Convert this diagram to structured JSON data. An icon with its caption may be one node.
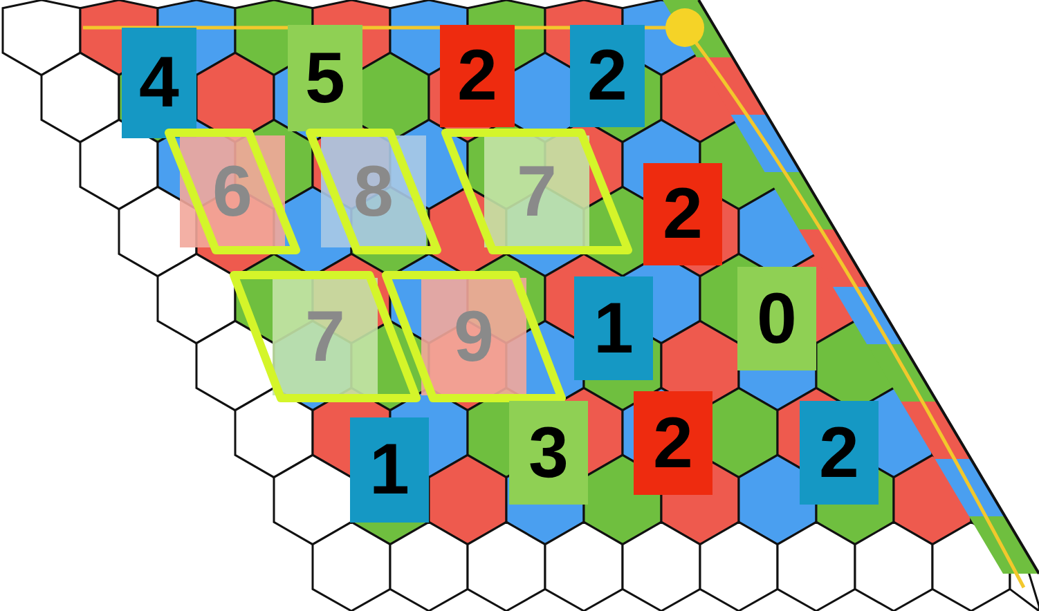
{
  "diagram": {
    "nodes": [
      {
        "text": [
          "4"
        ]
      },
      {
        "text": [
          "5"
        ]
      },
      {
        "text": [
          "2"
        ]
      },
      {
        "text": [
          "2"
        ]
      },
      {
        "text": [
          "6"
        ]
      },
      {
        "text": [
          "8"
        ]
      },
      {
        "text": [
          "7"
        ]
      },
      {
        "text": [
          "2"
        ]
      },
      {
        "text": [
          "7"
        ]
      },
      {
        "text": [
          "9"
        ]
      },
      {
        "text": [
          "1"
        ]
      },
      {
        "text": [
          "0"
        ]
      },
      {
        "text": [
          "1"
        ]
      },
      {
        "text": [
          "3"
        ]
      },
      {
        "text": [
          "2"
        ]
      },
      {
        "text": [
          "2"
        ]
      }
    ]
  }
}
